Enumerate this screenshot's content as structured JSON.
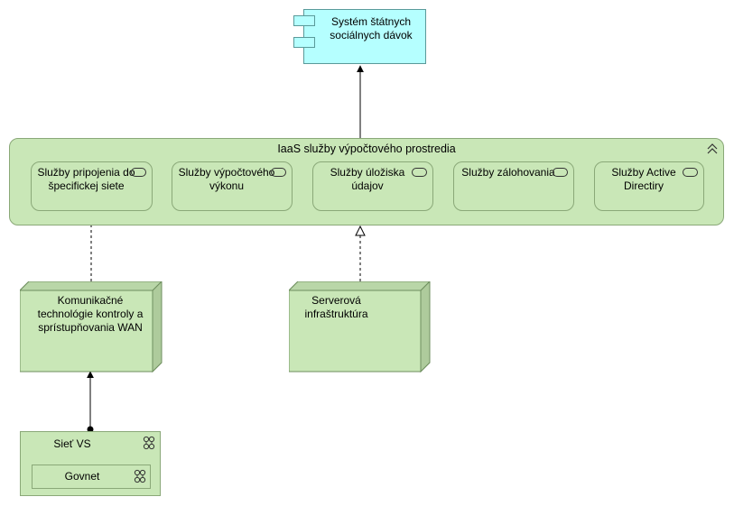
{
  "diagram": {
    "app_component": {
      "label": "Systém štátnych sociálnych dávok"
    },
    "group": {
      "title": "IaaS služby výpočtového prostredia",
      "services": [
        {
          "label": "Služby pripojenia do špecifickej siete"
        },
        {
          "label": "Služby výpočtového výkonu"
        },
        {
          "label": "Služby úložiska údajov"
        },
        {
          "label": "Služby zálohovania"
        },
        {
          "label": "Služby Active Directiry"
        }
      ]
    },
    "nodes": [
      {
        "label": "Komunikačné technológie kontroly a sprístupňovania WAN"
      },
      {
        "label": "Serverová infraštruktúra"
      }
    ],
    "network": {
      "label": "Sieť VS",
      "inner": {
        "label": "Govnet"
      }
    },
    "colors": {
      "application": "#b5ffff",
      "technology": "#c9e7b7",
      "border": "#8aa878"
    }
  }
}
